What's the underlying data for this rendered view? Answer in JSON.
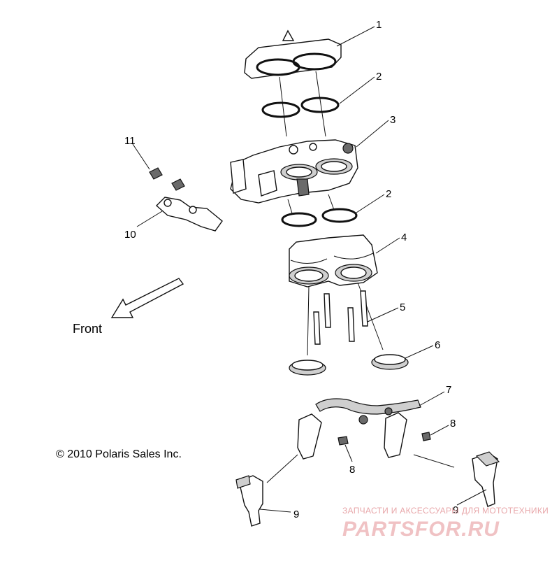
{
  "front_label": "Front",
  "copyright": "© 2010 Polaris Sales Inc.",
  "watermark": {
    "line1": "ЗАПЧАСТИ И АКСЕССУАРЫ ДЛЯ МОТОТЕХНИКИ",
    "line2": "PARTSFOR.RU"
  },
  "callouts": {
    "c1": "1",
    "c2a": "2",
    "c2b": "2",
    "c3": "3",
    "c4": "4",
    "c5": "5",
    "c6": "6",
    "c7": "7",
    "c8a": "8",
    "c8b": "8",
    "c9a": "9",
    "c9b": "9",
    "c10": "10",
    "c11": "11"
  },
  "colors": {
    "line": "#111111",
    "shade": "#cfcfcf",
    "watermark": "#e8a7aa"
  }
}
